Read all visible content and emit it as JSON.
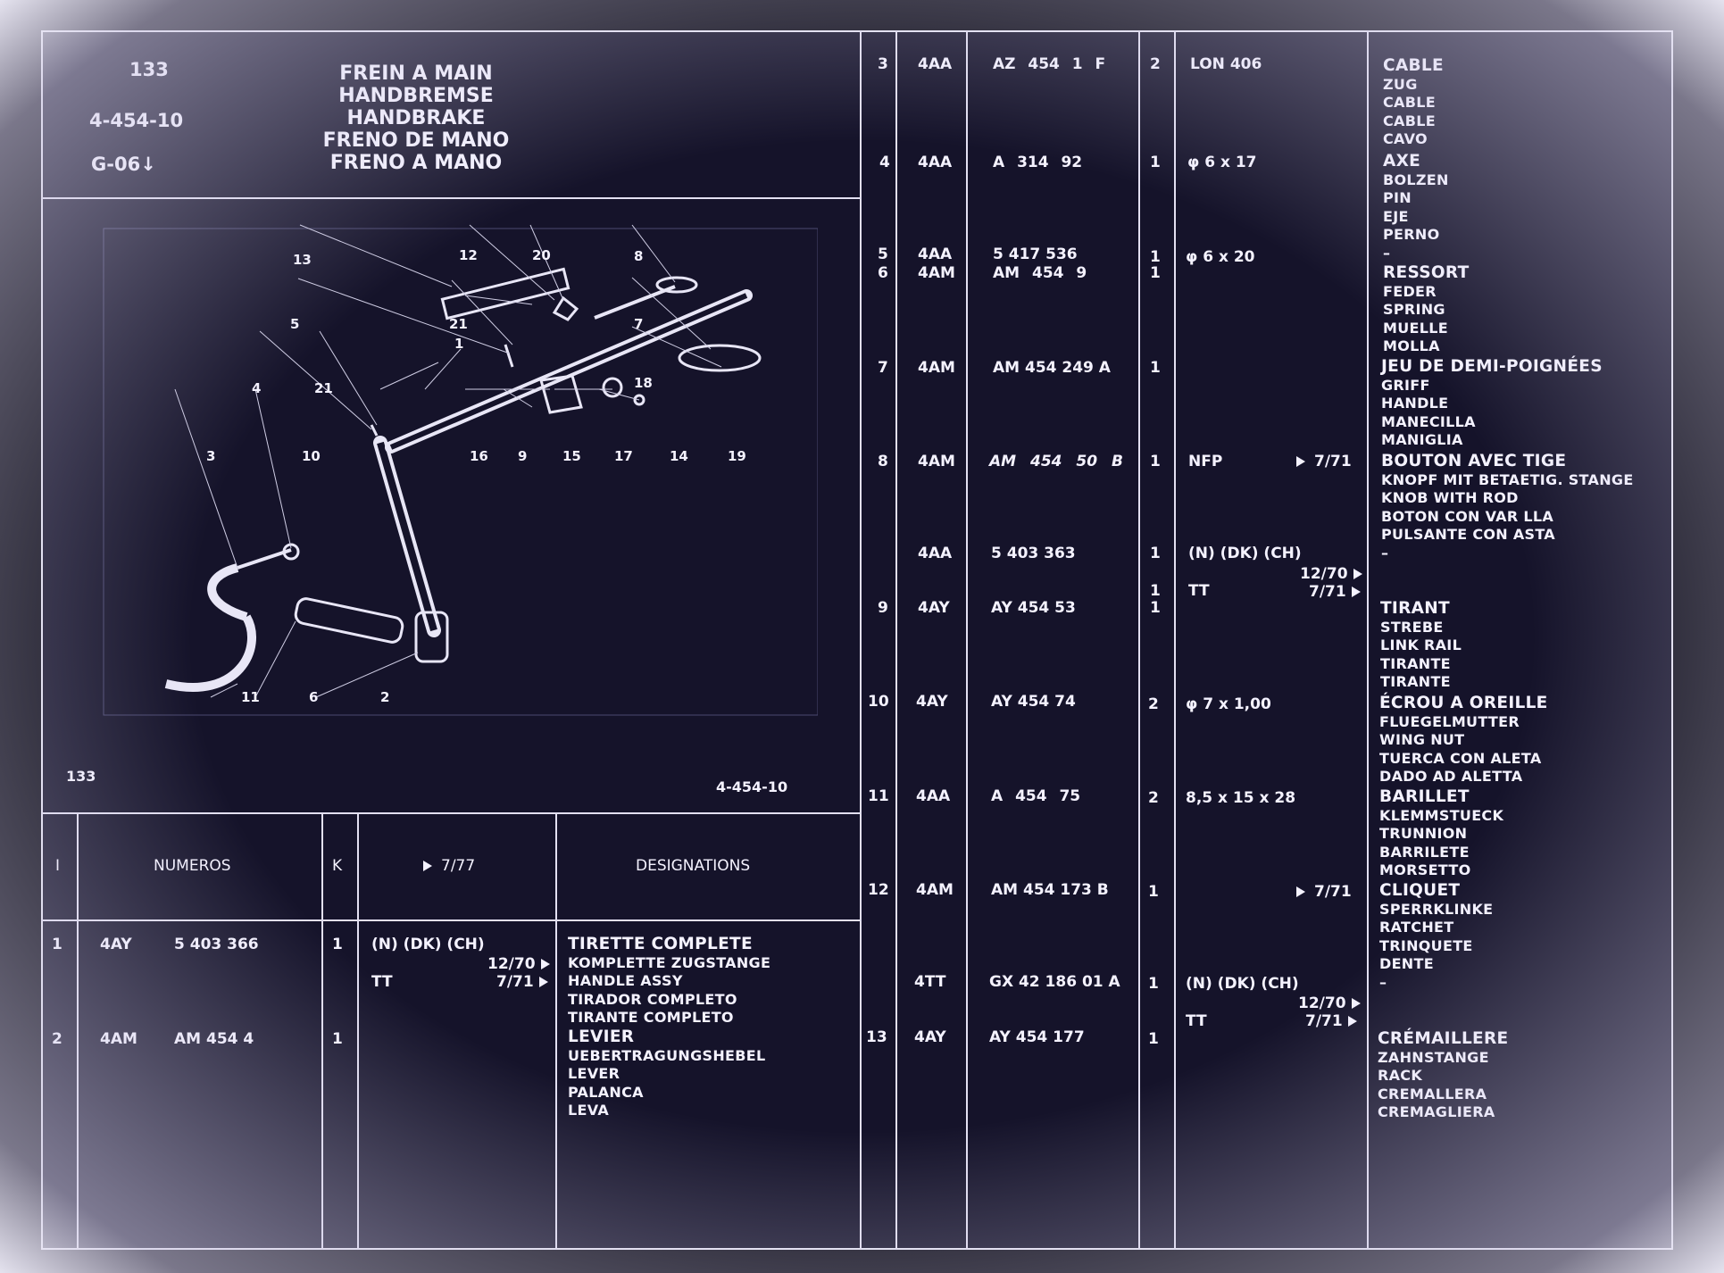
{
  "header": {
    "page": "133",
    "ref": "4-454-10",
    "group": "G-06",
    "titles": [
      "FREIN A MAIN",
      "HANDBREMSE",
      "HANDBRAKE",
      "FRENO DE MANO",
      "FRENO A MANO"
    ]
  },
  "figure": {
    "page_label": "133",
    "ref_label": "4-454-10",
    "callouts": [
      "13",
      "12",
      "20",
      "8",
      "5",
      "21",
      "7",
      "1",
      "4",
      "21",
      "18",
      "3",
      "10",
      "16",
      "9",
      "15",
      "17",
      "14",
      "19",
      "11",
      "6",
      "2"
    ]
  },
  "columns": {
    "index": "I",
    "numbers": "NUMEROS",
    "qty": "K",
    "date": "7/77",
    "designations": "DESIGNATIONS"
  },
  "left_rows": [
    {
      "idx": "1",
      "code": "4AY",
      "part": "5 403 366",
      "qty": "1",
      "note": "(N) (DK) (CH)",
      "d1": "12/70",
      "tt": "TT",
      "d2": "7/71",
      "desc": [
        "TIRETTE COMPLETE",
        "KOMPLETTE ZUGSTANGE",
        "HANDLE ASSY",
        "TIRADOR COMPLETO",
        "TIRANTE COMPLETO"
      ]
    },
    {
      "idx": "2",
      "code": "4AM",
      "part": "AM 454 4",
      "qty": "1",
      "desc": [
        "LEVIER",
        "UEBERTRAGUNGSHEBEL",
        "LEVER",
        "PALANCA",
        "LEVA"
      ]
    }
  ],
  "right_rows": [
    {
      "idx": "3",
      "code": "4AA",
      "part": "AZ 454 1 F",
      "qty": "2",
      "note": "LON 406"
    },
    {
      "idx": "4",
      "code": "4AA",
      "part": "A 314 92",
      "qty": "1",
      "note": "φ 6 x 17"
    },
    {
      "idx": "5",
      "code": "4AA",
      "part": "5 417 536",
      "qty": "1",
      "note": "φ 6 x 20"
    },
    {
      "idx": "6",
      "code": "4AM",
      "part": "AM 454 9",
      "qty": "1"
    },
    {
      "idx": "7",
      "code": "4AM",
      "part": "AM 454 249 A",
      "qty": "1"
    },
    {
      "idx": "8",
      "code": "4AM",
      "part": "AM 454 50 B",
      "qty": "1",
      "note": "NFP",
      "date": "7/71"
    },
    {
      "idx": "",
      "code": "4AA",
      "part": "5 403 363",
      "qty": "1",
      "note": "(N) (DK) (CH)",
      "d1": "12/70",
      "tt": "TT",
      "d2": "7/71",
      "qty2": "1"
    },
    {
      "idx": "9",
      "code": "4AY",
      "part": "AY 454 53",
      "qty": "1"
    },
    {
      "idx": "10",
      "code": "4AY",
      "part": "AY 454 74",
      "qty": "2",
      "note": "φ 7 x 1,00"
    },
    {
      "idx": "11",
      "code": "4AA",
      "part": "A 454 75",
      "qty": "2",
      "note": "8,5 x 15 x 28"
    },
    {
      "idx": "12",
      "code": "4AM",
      "part": "AM 454 173 B",
      "qty": "1",
      "date": "7/71"
    },
    {
      "idx": "",
      "code": "4TT",
      "part": "GX 42 186 01 A",
      "qty": "1",
      "note": "(N) (DK) (CH)",
      "d1": "12/70",
      "tt": "TT",
      "d2": "7/71"
    },
    {
      "idx": "13",
      "code": "4AY",
      "part": "AY 454 177",
      "qty": "1"
    }
  ],
  "designations": [
    [
      "CABLE",
      "ZUG",
      "CABLE",
      "CABLE",
      "CAVO"
    ],
    [
      "AXE",
      "BOLZEN",
      "PIN",
      "EJE",
      "PERNO",
      "–"
    ],
    [
      "RESSORT",
      "FEDER",
      "SPRING",
      "MUELLE",
      "MOLLA"
    ],
    [
      "JEU DE DEMI-POIGNÉES",
      "GRIFF",
      "HANDLE",
      "MANECILLA",
      "MANIGLIA"
    ],
    [
      "BOUTON AVEC TIGE",
      "KNOPF MIT BETAETIG. STANGE",
      "KNOB WITH ROD",
      "BOTON CON VAR LLA",
      "PULSANTE CON ASTA",
      "–"
    ],
    [
      "TIRANT",
      "STREBE",
      "LINK RAIL",
      "TIRANTE",
      "TIRANTE"
    ],
    [
      "ÉCROU A OREILLE",
      "FLUEGELMUTTER",
      "WING NUT",
      "TUERCA CON ALETA",
      "DADO AD ALETTA"
    ],
    [
      "BARILLET",
      "KLEMMSTUECK",
      "TRUNNION",
      "BARRILETE",
      "MORSETTO"
    ],
    [
      "CLIQUET",
      "SPERRKLINKE",
      "RATCHET",
      "TRINQUETE",
      "DENTE",
      "–"
    ],
    [
      "CRÉMAILLERE",
      "ZAHNSTANGE",
      "RACK",
      "CREMALLERA",
      "CREMAGLIERA"
    ]
  ],
  "colors": {
    "background": "#15132a",
    "ink": "#f4f2ff",
    "rule": "#e3e0f2"
  }
}
